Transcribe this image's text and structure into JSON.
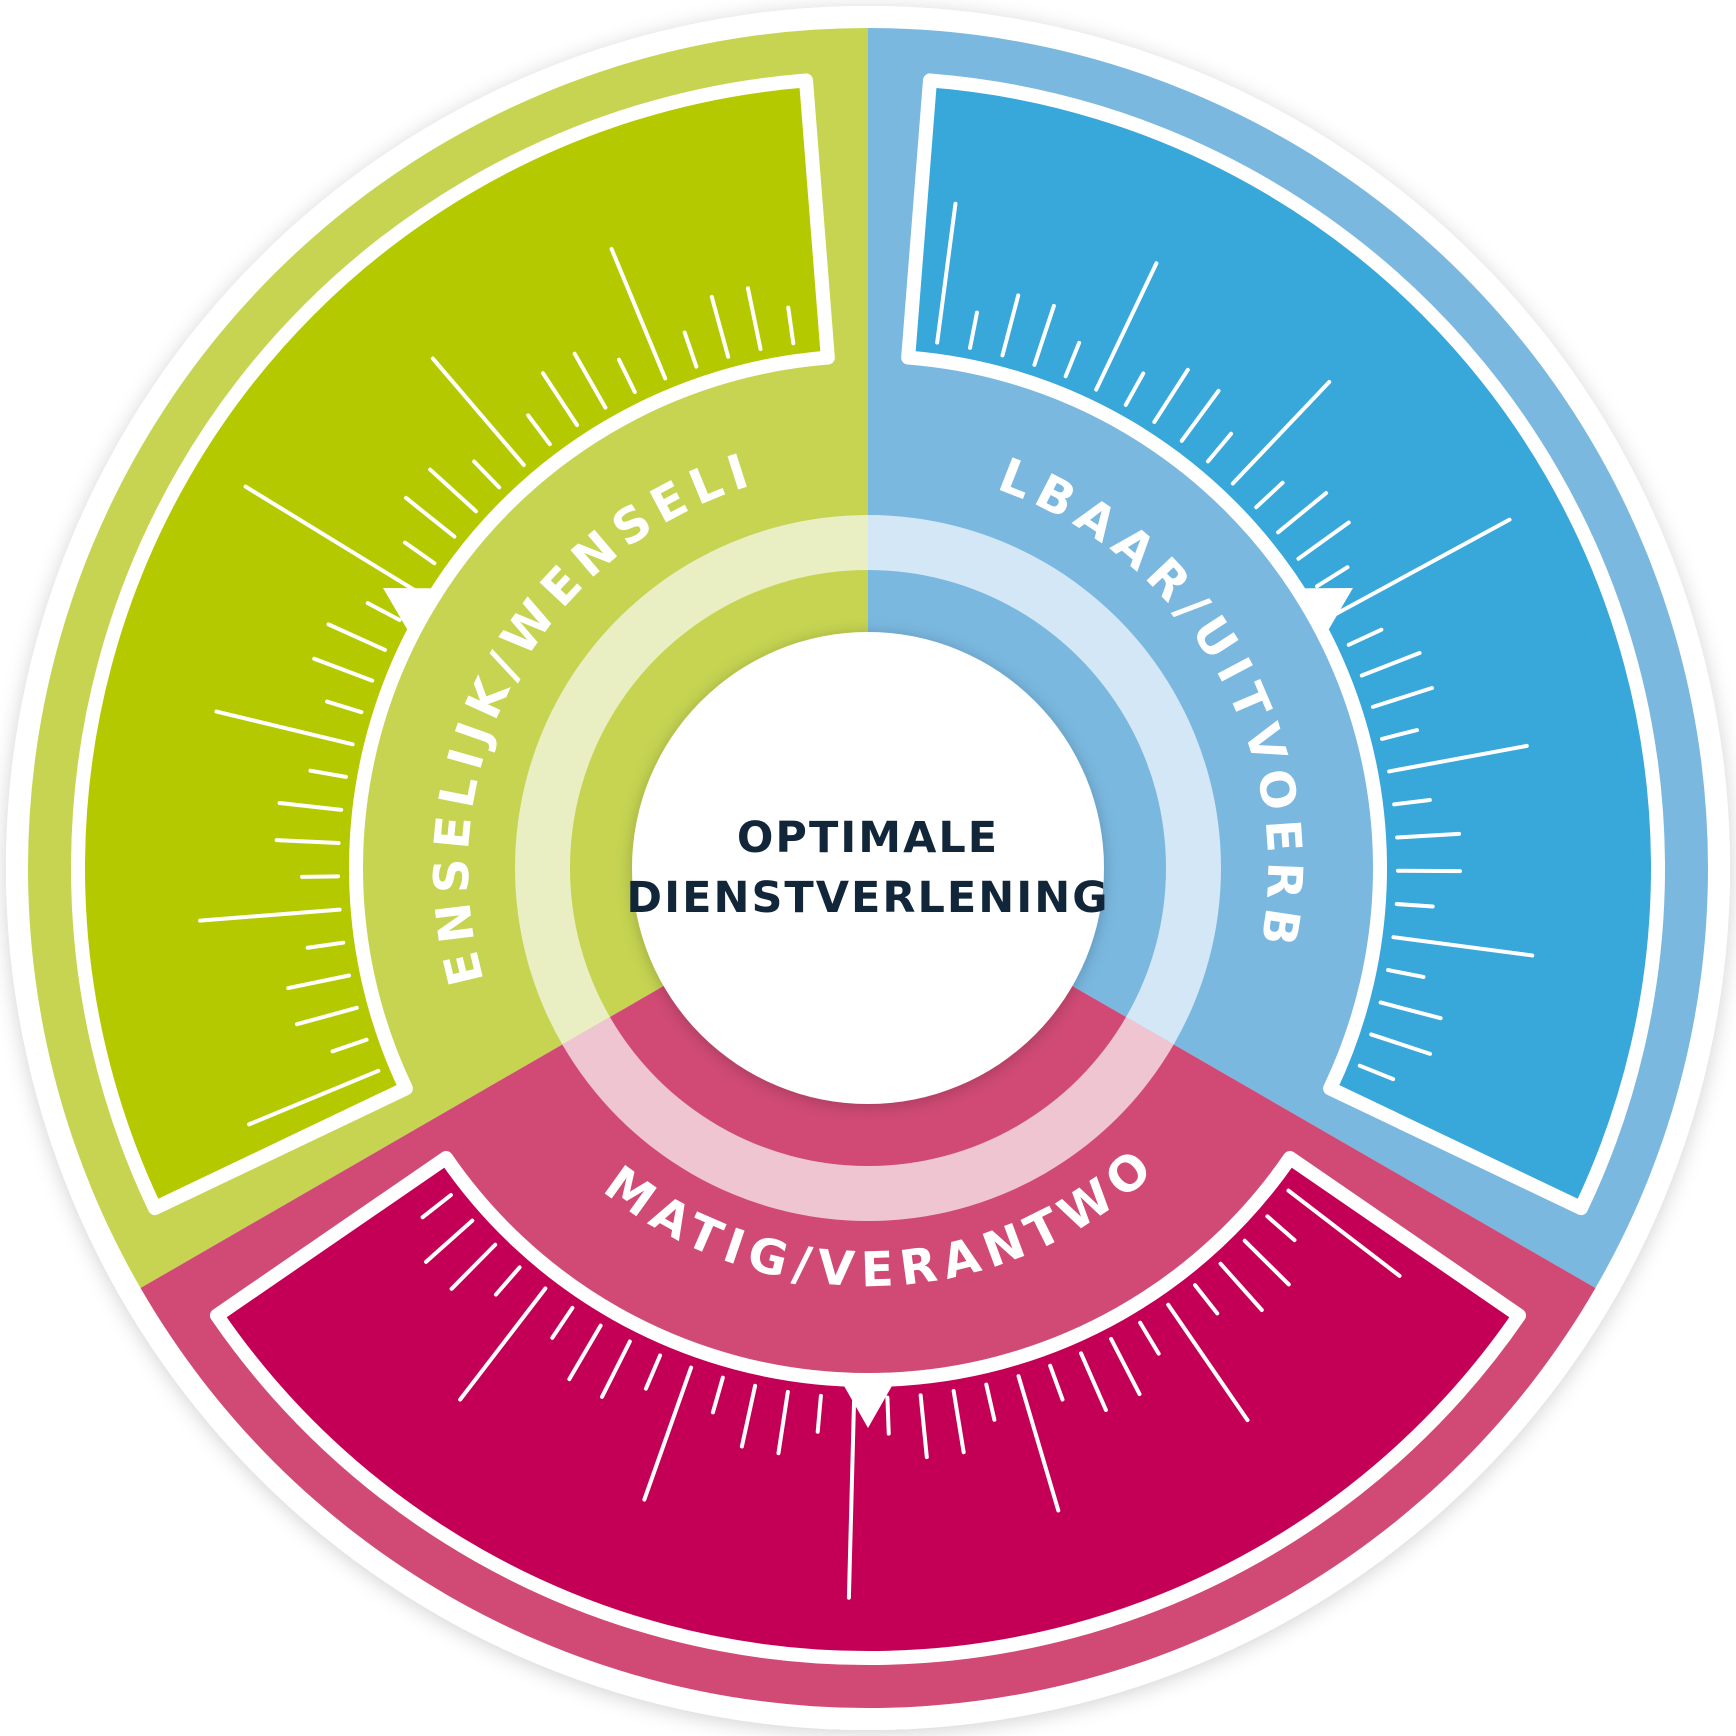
{
  "center": {
    "line1": "OPTIMALE",
    "line2": "DIENSTVERLENING"
  },
  "segments": [
    {
      "id": "menselijk",
      "label": "MENSELIJK/WENSELIJK",
      "outer_color": "#c6d452",
      "inner_color": "#b5c900",
      "ring_color": "#eef3d6"
    },
    {
      "id": "haalbaar",
      "label": "HAALBAAR/UITVOERBAAR",
      "outer_color": "#7ab8e0",
      "inner_color": "#38a7da",
      "ring_color": "#e4eff9"
    },
    {
      "id": "doelmatig",
      "label": "DOELMATIG/VERANTWOORD",
      "outer_color": "#d04a75",
      "inner_color": "#c40056",
      "ring_color": "#f5dbe3"
    }
  ]
}
